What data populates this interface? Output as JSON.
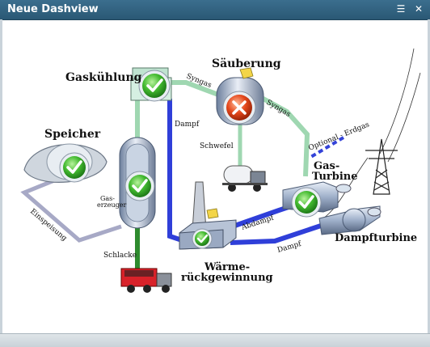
{
  "window": {
    "title": "Neue Dashview",
    "menu_icon": "list-icon",
    "close_icon": "close-icon"
  },
  "diagram": {
    "labels": {
      "gaskuehlung": "Gaskühlung",
      "saeuberung": "Säuberung",
      "speicher": "Speicher",
      "gaserzeuger_1": "Gas-",
      "gaserzeuger_2": "erzeuger",
      "schlacke": "Schlacke",
      "einspeisung": "Einspeisung",
      "dampf_1": "Dampf",
      "syngas_1": "Syngas",
      "syngas_2": "Syngas",
      "schwefel": "Schwefel",
      "optional_erdgas": "Optional - Erdgas",
      "gasturbine_1": "Gas-",
      "gasturbine_2": "Turbine",
      "abdampf": "Abdampf",
      "dampf_2": "Dampf",
      "dampfturbine": "Dampfturbine",
      "waerme_1": "Wärme-",
      "waerme_2": "rückgewinnung"
    },
    "status": {
      "gaskuehlung": "ok",
      "saeuberung": "error",
      "speicher": "ok",
      "gaserzeuger": "ok",
      "gasturbine": "ok",
      "waermerueckgewinnung": "ok"
    },
    "colors": {
      "syngas_pipe": "#9fd7b1",
      "steam_pipe": "#2f3fd9",
      "feed_pipe": "#a7a9c6",
      "ok_green": "#3fb52f",
      "error_red": "#e0461f"
    }
  }
}
